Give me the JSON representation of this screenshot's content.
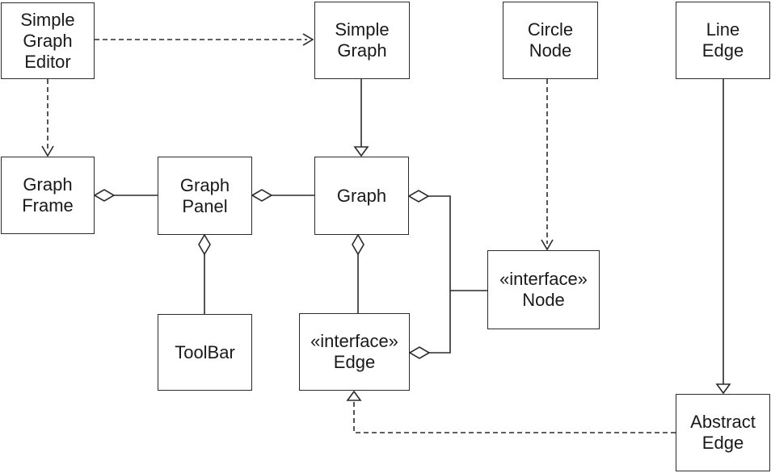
{
  "diagram": {
    "kind": "uml-class-diagram",
    "nodes": {
      "simple_graph_editor": {
        "label": "Simple\nGraph\nEditor"
      },
      "simple_graph": {
        "label": "Simple\nGraph"
      },
      "circle_node": {
        "label": "Circle\nNode"
      },
      "line_edge": {
        "label": "Line\nEdge"
      },
      "graph_frame": {
        "label": "Graph\nFrame"
      },
      "graph_panel": {
        "label": "Graph\nPanel"
      },
      "graph": {
        "label": "Graph"
      },
      "interface_node": {
        "stereotype": "«interface»",
        "name": "Node"
      },
      "toolbar": {
        "label": "ToolBar"
      },
      "interface_edge": {
        "stereotype": "«interface»",
        "name": "Edge"
      },
      "abstract_edge": {
        "label": "Abstract\nEdge"
      }
    },
    "relationships": [
      {
        "type": "dependency",
        "from": "Simple Graph Editor",
        "to": "Simple Graph",
        "line": "dashed",
        "arrowhead": "open"
      },
      {
        "type": "dependency",
        "from": "Simple Graph Editor",
        "to": "Graph Frame",
        "line": "dashed",
        "arrowhead": "open"
      },
      {
        "type": "inheritance",
        "from": "Simple Graph",
        "to": "Graph",
        "line": "solid",
        "arrowhead": "hollow-triangle"
      },
      {
        "type": "dependency",
        "from": "Circle Node",
        "to": "«interface» Node",
        "line": "dashed",
        "arrowhead": "open"
      },
      {
        "type": "inheritance",
        "from": "Line Edge",
        "to": "Abstract Edge",
        "line": "solid",
        "arrowhead": "hollow-triangle"
      },
      {
        "type": "aggregation",
        "whole": "Graph Frame",
        "part": "Graph Panel",
        "diamond": "hollow"
      },
      {
        "type": "aggregation",
        "whole": "Graph Panel",
        "part": "Graph",
        "diamond": "hollow"
      },
      {
        "type": "aggregation",
        "whole": "Graph Panel",
        "part": "ToolBar",
        "diamond": "hollow"
      },
      {
        "type": "aggregation",
        "whole": "Graph",
        "part": "«interface» Node",
        "diamond": "hollow"
      },
      {
        "type": "aggregation",
        "whole": "Graph",
        "part": "«interface» Edge",
        "diamond": "hollow"
      },
      {
        "type": "aggregation",
        "whole": "«interface» Edge",
        "part": "«interface» Node",
        "diamond": "hollow"
      },
      {
        "type": "realization",
        "from": "Abstract Edge",
        "to": "«interface» Edge",
        "line": "dashed",
        "arrowhead": "hollow-triangle"
      }
    ],
    "colors": {
      "background": "#ffffff",
      "line": "#2b2b2b",
      "text": "#1a1a1a",
      "box_fill": "#ffffff"
    }
  }
}
